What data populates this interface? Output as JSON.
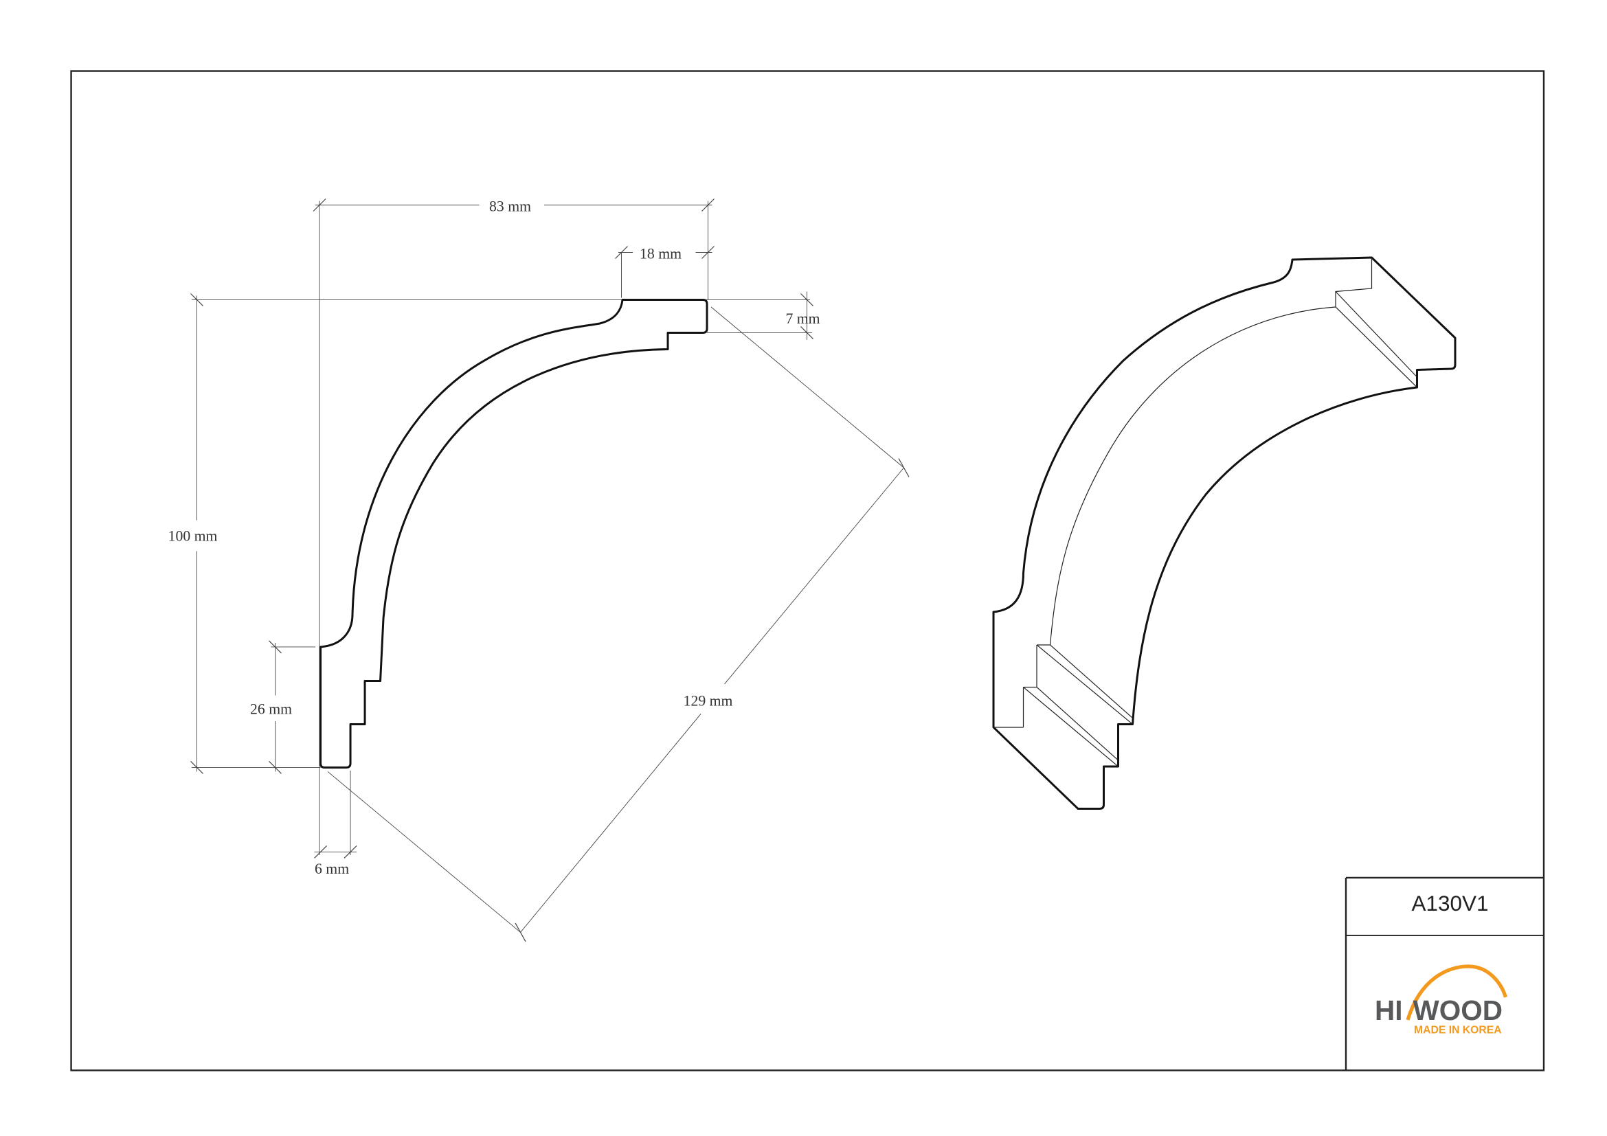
{
  "drawing": {
    "dimensions": {
      "width": "83 mm",
      "top_flat": "18 mm",
      "top_step": "7 mm",
      "height": "100 mm",
      "bottom_flat": "26 mm",
      "bottom_step": "6 mm",
      "diagonal": "129 mm"
    }
  },
  "title_block": {
    "product_code": "A130V1",
    "logo": {
      "brand_left": "HI",
      "brand_right": "WOOD",
      "tagline": "MADE IN KOREA",
      "arc_color": "#F39A1E",
      "text_color": "#58595B"
    }
  }
}
